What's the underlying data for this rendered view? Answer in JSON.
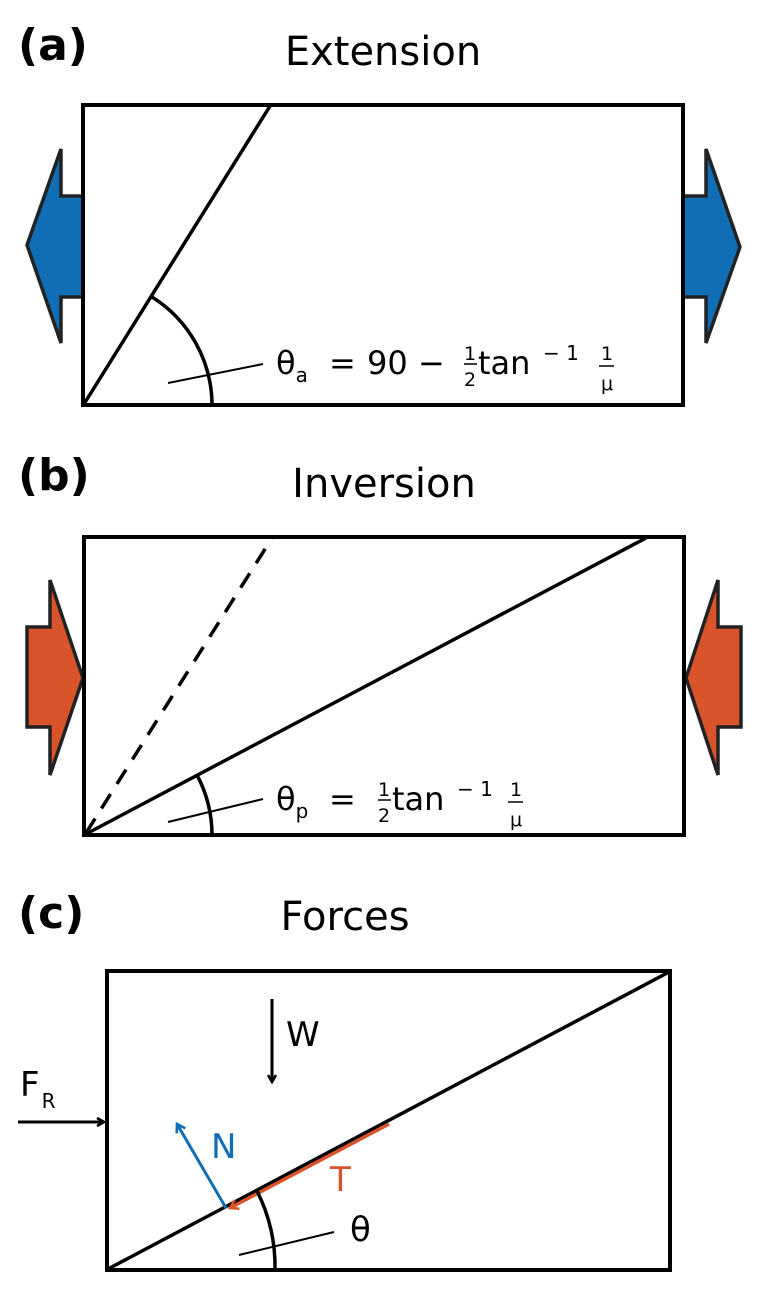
{
  "figure": {
    "colors": {
      "extension_arrow": "#106EB6",
      "compression_arrow": "#D9532B",
      "normal_force": "#106EB6",
      "tangential_force": "#D9532B",
      "line": "#000000",
      "arrow_outline": "#222222"
    },
    "panels": [
      {
        "letter": "(a)",
        "title": "Extension",
        "formula": {
          "symbol": "θ",
          "subscript": "a",
          "equals": "=",
          "prefix": "90 −",
          "half_num": "1",
          "half_den": "2",
          "func": "tan",
          "exponent": "− 1",
          "frac_num": "1",
          "frac_den": "μ"
        },
        "arrows": "outward (extension)"
      },
      {
        "letter": "(b)",
        "title": "Inversion",
        "formula": {
          "symbol": "θ",
          "subscript": "p",
          "equals": "=",
          "half_num": "1",
          "half_den": "2",
          "func": "tan",
          "exponent": "− 1",
          "frac_num": "1",
          "frac_den": "μ"
        },
        "arrows": "inward (compression)"
      },
      {
        "letter": "(c)",
        "title": "Forces",
        "forces": {
          "weight": "W",
          "resistive_main": "F",
          "resistive_sub": "R",
          "normal": "N",
          "tangential": "T",
          "angle": "θ"
        }
      }
    ]
  }
}
